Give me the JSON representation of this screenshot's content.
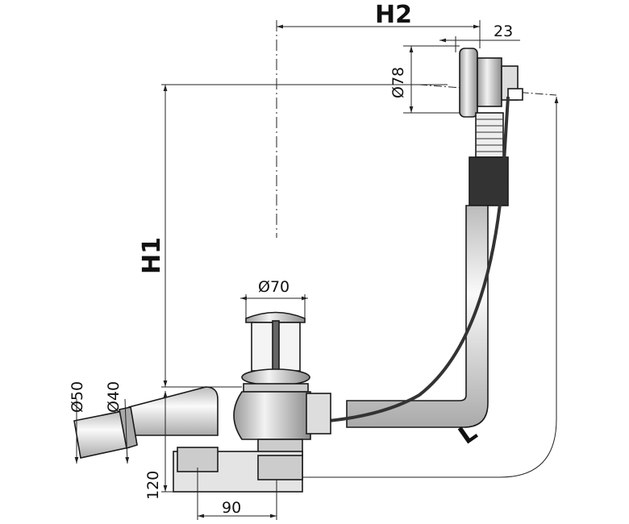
{
  "title": "Bath waste and overflow dimensions",
  "labels": {
    "h2": "H2",
    "h1": "H1",
    "overflow_offset": "23",
    "overflow_diameter": "Ø78",
    "drain_diameter": "Ø70",
    "outlet_outer_diameter": "Ø50",
    "outlet_inner_diameter": "Ø40",
    "trap_height": "120",
    "trap_width": "90",
    "length": "L"
  },
  "colors": {
    "line": "#1a1a1a",
    "metal": "#c8c8c8",
    "dark": "#333333",
    "body": "#e6e6e6"
  }
}
